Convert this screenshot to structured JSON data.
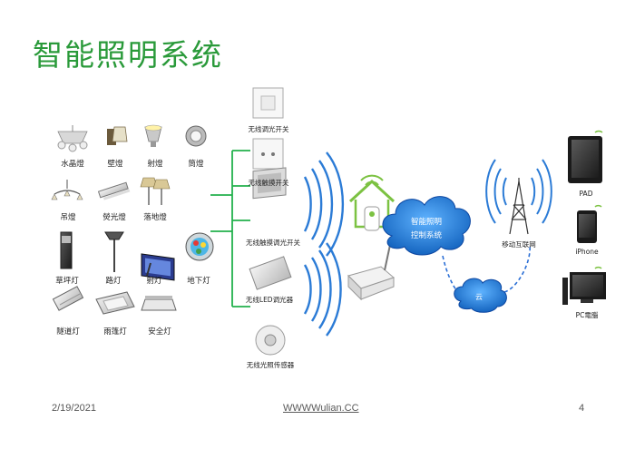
{
  "slide": {
    "title": "智能照明系统",
    "footer_date": "2/19/2021",
    "footer_url": "WWWWulian.CC",
    "page_number": "4"
  },
  "lights": [
    {
      "label": "水晶燈",
      "icon": "chandelier-icon"
    },
    {
      "label": "壁燈",
      "icon": "wall-lamp-icon"
    },
    {
      "label": "射燈",
      "icon": "spotlight-icon"
    },
    {
      "label": "筒燈",
      "icon": "downlight-icon"
    },
    {
      "label": "吊燈",
      "icon": "pendant-lamp-icon"
    },
    {
      "label": "熒光燈",
      "icon": "fluorescent-lamp-icon"
    },
    {
      "label": "落地燈",
      "icon": "floor-lamp-icon"
    },
    {
      "label": "草坪灯",
      "icon": "lawn-lamp-icon"
    },
    {
      "label": "路灯",
      "icon": "street-lamp-icon"
    },
    {
      "label": "射灯",
      "icon": "floodlight-icon"
    },
    {
      "label": "地下灯",
      "icon": "underground-lamp-icon"
    },
    {
      "label": "隧道灯",
      "icon": "tunnel-lamp-icon"
    },
    {
      "label": "雨篷灯",
      "icon": "canopy-lamp-icon"
    },
    {
      "label": "安全灯",
      "icon": "safety-lamp-icon"
    }
  ],
  "devices": [
    {
      "label": "无线调光开关",
      "icon": "dimmer-switch-icon"
    },
    {
      "label": "无线触摸开关",
      "icon": "touch-switch-icon"
    },
    {
      "label": "无线触摸调光开关",
      "icon": "touch-dimmer-switch-icon"
    },
    {
      "label": "无线LED调光器",
      "icon": "led-dimmer-icon"
    },
    {
      "label": "无线光照传感器",
      "icon": "light-sensor-icon"
    }
  ],
  "controller": {
    "line1": "智能照明",
    "line2": "控制系统"
  },
  "cloud_label": "云",
  "mobile_network_label": "移动互联网",
  "endpoints": [
    {
      "label": "PAD",
      "icon": "tablet-icon"
    },
    {
      "label": "iPhone",
      "icon": "phone-icon"
    },
    {
      "label": "PC電腦",
      "icon": "desktop-pc-icon"
    }
  ],
  "colors": {
    "title": "#2a9a3a",
    "connector": "#22b14c",
    "cloud": "#1e88e5",
    "wave": "#2b7bd6",
    "path": "#2b6fd6"
  }
}
